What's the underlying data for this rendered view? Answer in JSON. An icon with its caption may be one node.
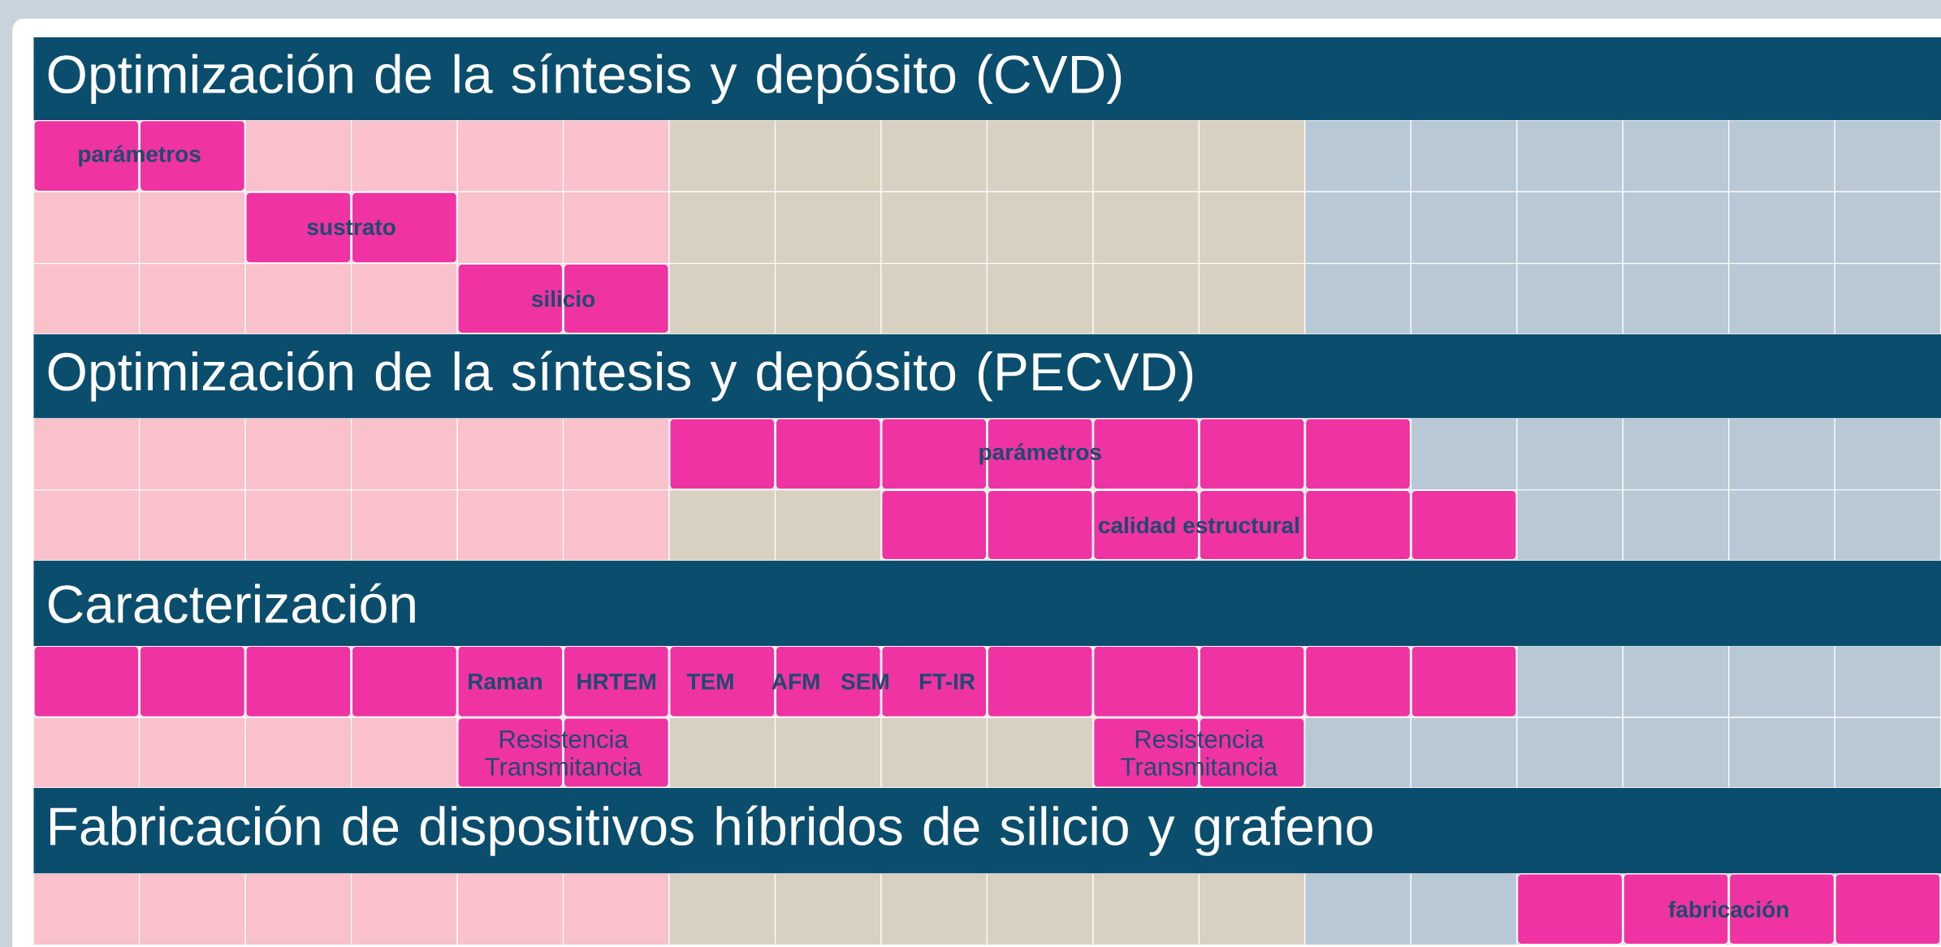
{
  "diagram": {
    "nodes": [
      {
        "text": [
          "Optimización de la síntesis y depósito (CVD)"
        ]
      },
      {
        "text": [
          "parámetros"
        ]
      },
      {
        "text": [
          "sustrato"
        ]
      },
      {
        "text": [
          "silicio"
        ]
      },
      {
        "text": [
          "Optimización de la síntesis y depósito (PECVD)"
        ]
      },
      {
        "text": [
          "parámetros"
        ]
      },
      {
        "text": [
          "calidad estructural"
        ]
      },
      {
        "text": [
          "Caracterización"
        ]
      },
      {
        "text": [
          "Raman",
          "HRTEM",
          "TEM",
          "AFM",
          "SEM",
          "FT-IR"
        ]
      },
      {
        "text": [
          "Resistencia Transmitancia"
        ]
      },
      {
        "text": [
          "Resistencia Transmitancia"
        ]
      },
      {
        "text": [
          "Fabricación de dispositivos híbridos de silicio y grafeno"
        ]
      },
      {
        "text": [
          "fabricación"
        ]
      }
    ]
  }
}
